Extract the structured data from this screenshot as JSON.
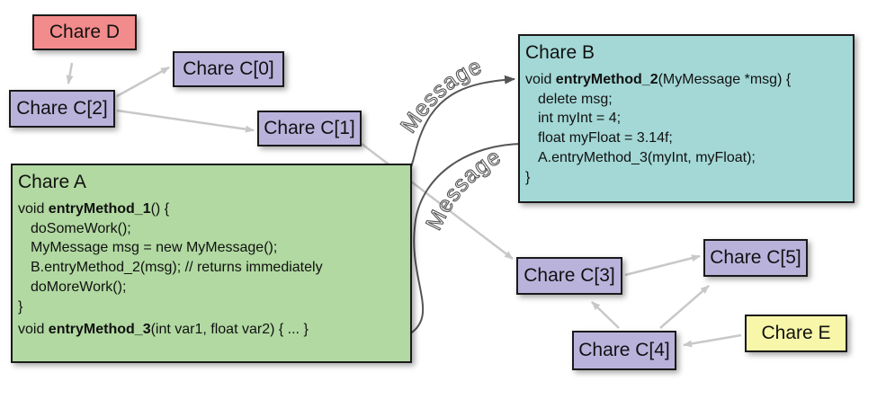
{
  "colors": {
    "chare_purple": "#b9b3dc",
    "chare_red": "#f28b8b",
    "chare_yellow": "#f8f6a8",
    "chare_a_green": "#b1d9a1",
    "chare_b_teal": "#a3d8d6",
    "arrow_gray": "#c8c8c8",
    "message_arrow": "#555555"
  },
  "nodes": {
    "chare_d": "Chare D",
    "chare_c0": "Chare C[0]",
    "chare_c1": "Chare C[1]",
    "chare_c2": "Chare C[2]",
    "chare_c3": "Chare C[3]",
    "chare_c4": "Chare C[4]",
    "chare_c5": "Chare C[5]",
    "chare_e": "Chare E"
  },
  "chare_a": {
    "title": "Chare A",
    "line1_pre": "void ",
    "line1_method": "entryMethod_1",
    "line1_post": "() {",
    "line2": "doSomeWork();",
    "line3": "MyMessage msg = new MyMessage();",
    "line4": "B.entryMethod_2(msg);   // returns immediately",
    "line5": "doMoreWork();",
    "line6": "}",
    "line7_pre": "void ",
    "line7_method": "entryMethod_3",
    "line7_post": "(int var1, float var2) { ... }"
  },
  "chare_b": {
    "title": "Chare B",
    "line1_pre": "void ",
    "line1_method": "entryMethod_2",
    "line1_post": "(MyMessage *msg) {",
    "line2": "delete msg;",
    "line3": "int myInt = 4;",
    "line4": "float myFloat = 3.14f;",
    "line5": "A.entryMethod_3(myInt, myFloat);",
    "line6": "}"
  },
  "messages": {
    "label_top": "Message",
    "label_bottom": "Message"
  }
}
